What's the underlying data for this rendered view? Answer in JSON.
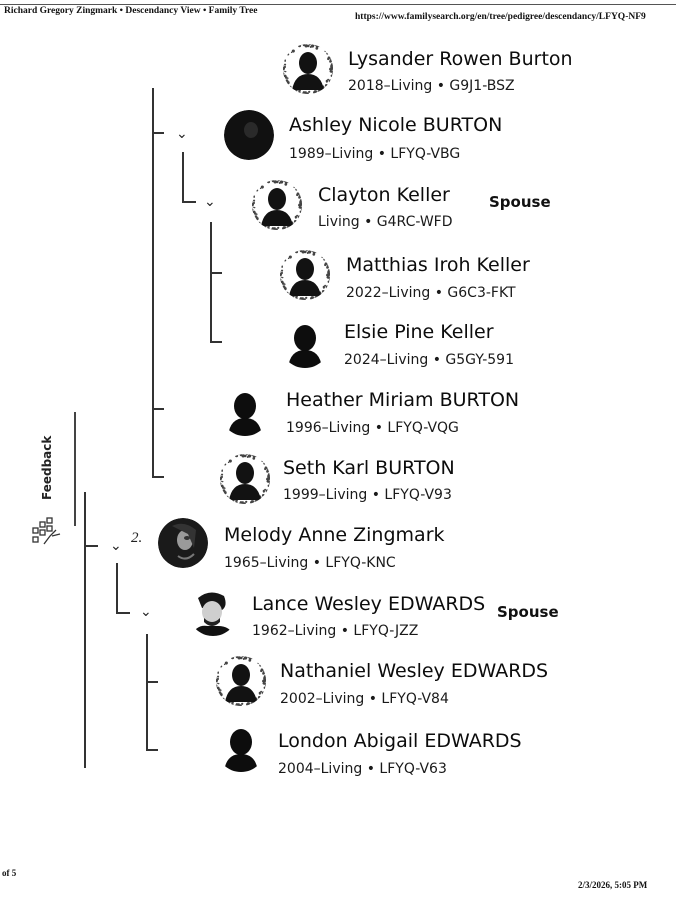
{
  "header": {
    "left": "Richard Gregory Zingmark • Descendancy View • Family Tree",
    "right": "https://www.familysearch.org/en/tree/pedigree/descendancy/LFYQ-NF9"
  },
  "footer": {
    "page": "of 5",
    "datetime": "2/3/2026, 5:05 PM"
  },
  "feedback_label": "Feedback",
  "handwritten_note": "2.",
  "people": [
    {
      "name": "Lysander Rowen Burton",
      "info": "2018–Living • G9J1-BSZ"
    },
    {
      "name": "Ashley Nicole BURTON",
      "info": "1989–Living • LFYQ-VBG"
    },
    {
      "name": "Clayton Keller",
      "info": "Living • G4RC-WFD",
      "spouse_label": "Spouse"
    },
    {
      "name": "Matthias Iroh Keller",
      "info": "2022–Living • G6C3-FKT"
    },
    {
      "name": "Elsie Pine Keller",
      "info": "2024–Living • G5GY-591"
    },
    {
      "name": "Heather Miriam BURTON",
      "info": "1996–Living • LFYQ-VQG"
    },
    {
      "name": "Seth Karl BURTON",
      "info": "1999–Living • LFYQ-V93"
    },
    {
      "name": "Melody Anne Zingmark",
      "info": "1965–Living • LFYQ-KNC"
    },
    {
      "name": "Lance Wesley EDWARDS",
      "info": "1962–Living • LFYQ-JZZ",
      "spouse_label": "Spouse"
    },
    {
      "name": "Nathaniel Wesley EDWARDS",
      "info": "2002–Living • LFYQ-V84"
    },
    {
      "name": "London Abigail EDWARDS",
      "info": "2004–Living • LFYQ-V63"
    }
  ],
  "icons": {
    "expand": "chevron-down-icon",
    "feedback": "family-tree-icon"
  }
}
